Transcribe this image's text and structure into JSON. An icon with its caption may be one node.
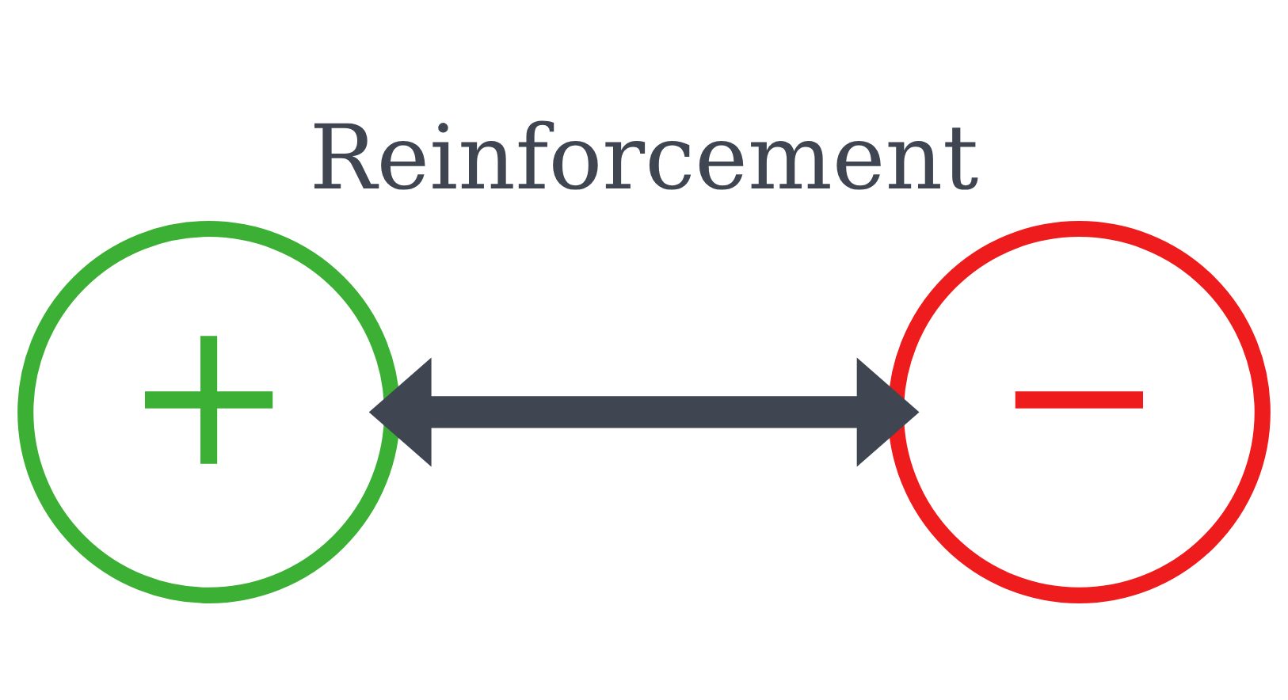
{
  "diagram": {
    "title": "Reinforcement",
    "nodes": [
      {
        "text": [
          "+"
        ]
      },
      {
        "text": [
          "−"
        ]
      }
    ],
    "edges": [
      {
        "from": 0,
        "to": 1,
        "arrow": "both"
      }
    ]
  }
}
